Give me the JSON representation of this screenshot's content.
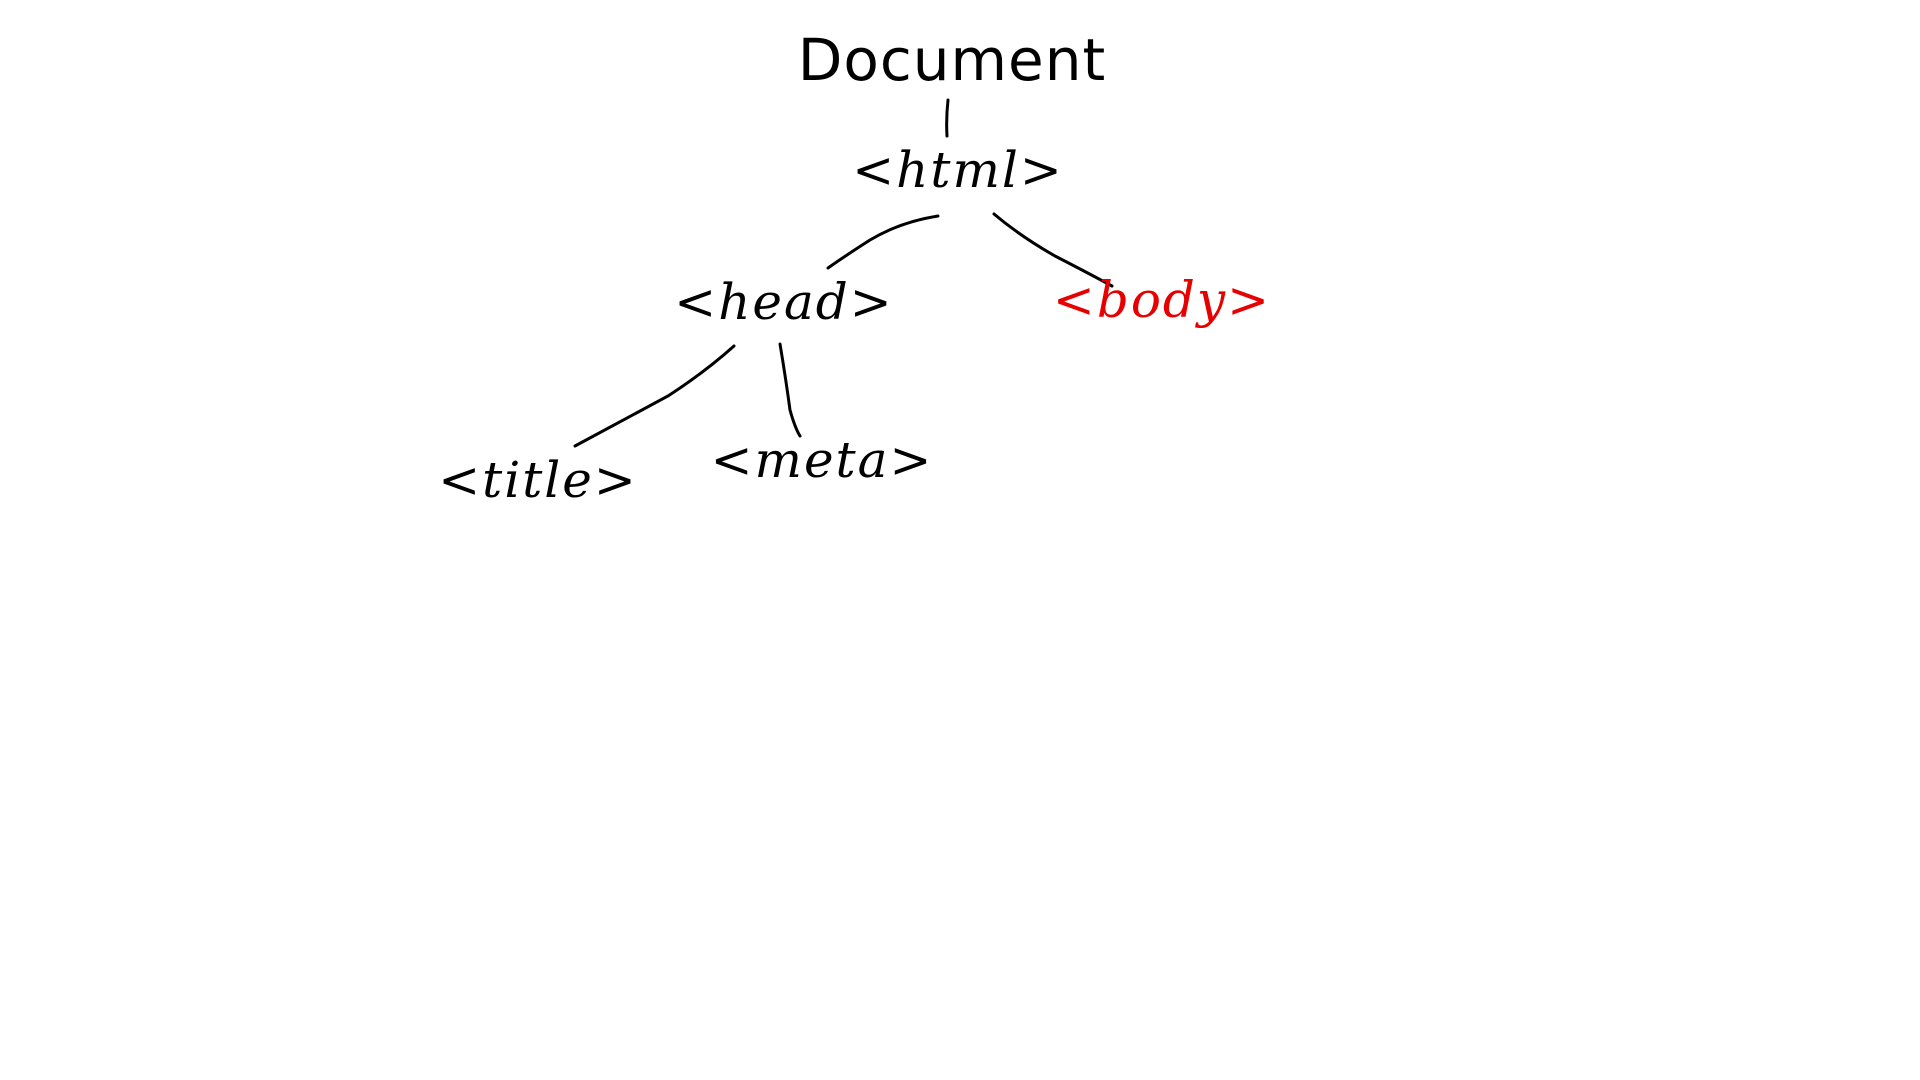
{
  "diagram": {
    "nodes": [
      {
        "id": "document",
        "label": "Document",
        "color": "#000000"
      },
      {
        "id": "html",
        "label": "<html>",
        "color": "#000000"
      },
      {
        "id": "head",
        "label": "<head>",
        "color": "#000000"
      },
      {
        "id": "body",
        "label": "<body>",
        "color": "#e60000"
      },
      {
        "id": "title",
        "label": "<title>",
        "color": "#000000"
      },
      {
        "id": "meta",
        "label": "<meta>",
        "color": "#000000"
      }
    ],
    "edges": [
      {
        "from": "document",
        "to": "html"
      },
      {
        "from": "html",
        "to": "head"
      },
      {
        "from": "html",
        "to": "body"
      },
      {
        "from": "head",
        "to": "title"
      },
      {
        "from": "head",
        "to": "meta"
      }
    ]
  }
}
